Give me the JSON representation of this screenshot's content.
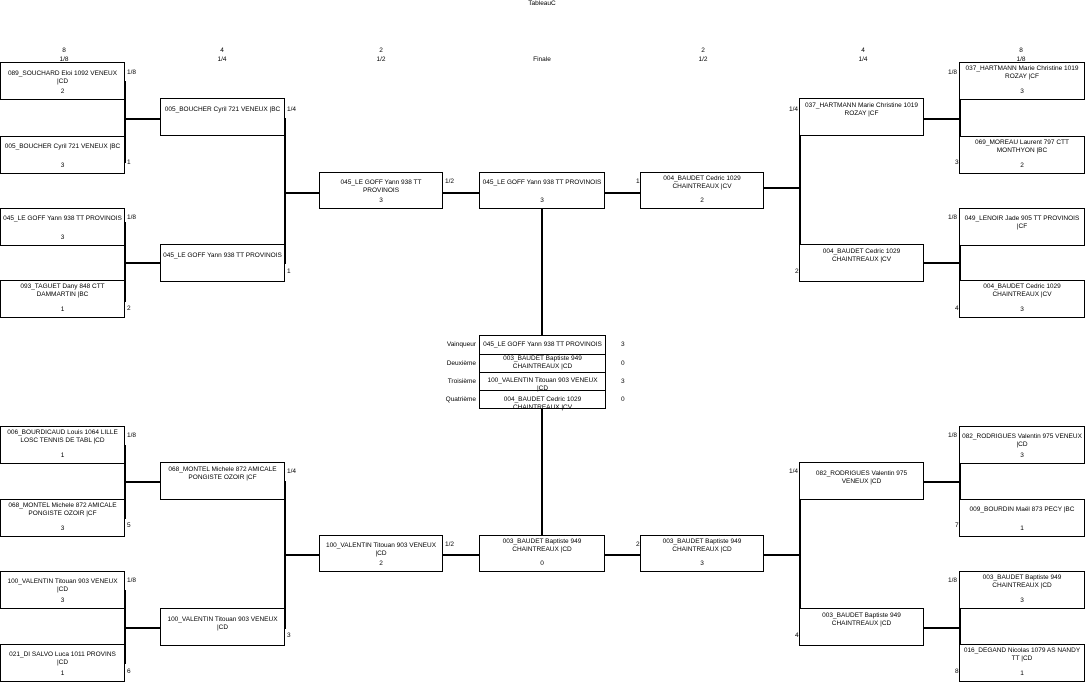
{
  "title": "TableauC",
  "headers": [
    {
      "num": "8",
      "round": "1/8"
    },
    {
      "num": "4",
      "round": "1/4"
    },
    {
      "num": "2",
      "round": "1/2"
    },
    {
      "num": "",
      "round": "Finale"
    },
    {
      "num": "2",
      "round": "1/2"
    },
    {
      "num": "4",
      "round": "1/4"
    },
    {
      "num": "8",
      "round": "1/8"
    }
  ],
  "boxes": [
    {
      "name": "089_SOUCHARD Eloi 1092 VENEUX |CD",
      "score": "2"
    },
    {
      "name": "005_BOUCHER Cyril 721 VENEUX |BC",
      "score": "3"
    },
    {
      "name": "045_LE GOFF Yann 938 TT PROVINOIS",
      "score": "3"
    },
    {
      "name": "093_TAGUET Dany 848 CTT DAMMARTIN |BC",
      "score": "1"
    },
    {
      "name": "006_BOURDICAUD Louis 1064 LILLE LOSC TENNIS DE TABL |CD",
      "score": "1"
    },
    {
      "name": "068_MONTEL Michele 872 AMICALE PONGISTE OZOIR |CF",
      "score": "3"
    },
    {
      "name": "100_VALENTIN Titouan 903 VENEUX |CD",
      "score": "3"
    },
    {
      "name": "021_DI SALVO Luca 1011 PROVINS |CD",
      "score": "1"
    },
    {
      "name": "005_BOUCHER Cyril 721 VENEUX |BC",
      "score": ""
    },
    {
      "name": "045_LE GOFF Yann 938 TT PROVINOIS",
      "score": ""
    },
    {
      "name": "068_MONTEL Michele 872 AMICALE PONGISTE OZOIR |CF",
      "score": ""
    },
    {
      "name": "100_VALENTIN Titouan 903 VENEUX |CD",
      "score": ""
    },
    {
      "name": "045_LE GOFF Yann 938 TT PROVINOIS",
      "score": "3"
    },
    {
      "name": "100_VALENTIN Titouan 903 VENEUX |CD",
      "score": "2"
    },
    {
      "name": "045_LE GOFF Yann 938 TT PROVINOIS",
      "score": "3"
    },
    {
      "name": "003_BAUDET Baptiste 949 CHAINTREAUX |CD",
      "score": "0"
    },
    {
      "name": "004_BAUDET Cedric 1029 CHAINTREAUX |CV",
      "score": "2"
    },
    {
      "name": "003_BAUDET Baptiste 949 CHAINTREAUX |CD",
      "score": "3"
    },
    {
      "name": "037_HARTMANN Marie Christine 1019 ROZAY |CF",
      "score": ""
    },
    {
      "name": "004_BAUDET Cedric 1029 CHAINTREAUX |CV",
      "score": ""
    },
    {
      "name": "082_RODRIGUES Valentin 975 VENEUX |CD",
      "score": ""
    },
    {
      "name": "003_BAUDET Baptiste 949 CHAINTREAUX |CD",
      "score": ""
    },
    {
      "name": "037_HARTMANN Marie Christine 1019 ROZAY |CF",
      "score": "3"
    },
    {
      "name": "069_MOREAU Laurent 797 CTT MONTHYON |BC",
      "score": "2"
    },
    {
      "name": "049_LENOIR Jade 905 TT PROVINOIS |CF",
      "score": ""
    },
    {
      "name": "004_BAUDET Cedric 1029 CHAINTREAUX |CV",
      "score": "3"
    },
    {
      "name": "082_RODRIGUES Valentin 975 VENEUX |CD",
      "score": "3"
    },
    {
      "name": "009_BOURDIN Maël 873 PECY |BC",
      "score": "1"
    },
    {
      "name": "003_BAUDET Baptiste 949 CHAINTREAUX |CD",
      "score": "3"
    },
    {
      "name": "016_DEGAND Nicolas 1079 AS NANDY TT |CD",
      "score": "1"
    }
  ],
  "side_labels": [
    {
      "text": "1/8"
    },
    {
      "text": "1"
    },
    {
      "text": "1/8"
    },
    {
      "text": "2"
    },
    {
      "text": "1/8"
    },
    {
      "text": "5"
    },
    {
      "text": "1/8"
    },
    {
      "text": "6"
    },
    {
      "text": "1/4"
    },
    {
      "text": "1"
    },
    {
      "text": "1/4"
    },
    {
      "text": "3"
    },
    {
      "text": "1/2"
    },
    {
      "text": "1/2"
    },
    {
      "text": "1"
    },
    {
      "text": "2"
    },
    {
      "text": "1/4"
    },
    {
      "text": "2"
    },
    {
      "text": "1/4"
    },
    {
      "text": "4"
    },
    {
      "text": "1/8"
    },
    {
      "text": "3"
    },
    {
      "text": "1/8"
    },
    {
      "text": "4"
    },
    {
      "text": "1/8"
    },
    {
      "text": "7"
    },
    {
      "text": "1/8"
    },
    {
      "text": "8"
    }
  ],
  "results": [
    {
      "label": "Vainqueur",
      "name": "045_LE GOFF Yann 938 TT PROVINOIS",
      "score": "3"
    },
    {
      "label": "Deuxième",
      "name": "003_BAUDET Baptiste 949 CHAINTREAUX |CD",
      "score": "0"
    },
    {
      "label": "Troisième",
      "name": "100_VALENTIN Titouan 903 VENEUX |CD",
      "score": "3"
    },
    {
      "label": "Quatrième",
      "name": "004_BAUDET Cedric 1029 CHAINTREAUX |CV",
      "score": "0"
    }
  ]
}
